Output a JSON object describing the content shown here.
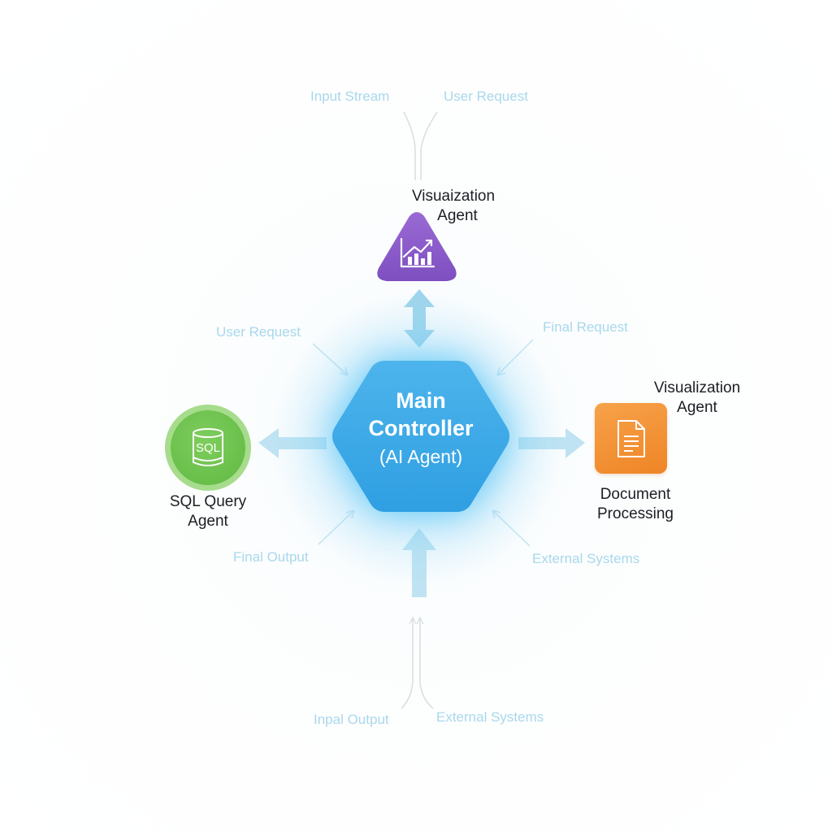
{
  "central": {
    "title_line1": "Main",
    "title_line2": "Controller",
    "subtitle": "(AI Agent)",
    "color": "#3aa8e6"
  },
  "nodes": {
    "visualization_top": {
      "line1": "Visuaization",
      "line2": "Agent",
      "color": "#8a5cc8",
      "icon": "bar-chart-trend-icon"
    },
    "sql": {
      "line1": "SQL Query",
      "line2": "Agent",
      "icon_text": "SQL",
      "color": "#6cc24a",
      "icon": "database-icon"
    },
    "document": {
      "top_line1": "Visualization",
      "top_line2": "Agent",
      "line1": "Document",
      "line2": "Processing",
      "color": "#f28b2c",
      "icon": "document-icon"
    }
  },
  "flow_labels": {
    "top_left": "Input Stream",
    "top_right": "User Request",
    "mid_left_top": "User Request",
    "mid_right_top": "Final Request",
    "mid_left_bottom": "Final Output",
    "mid_right_bottom": "External Systems",
    "bottom_left": "Inpal Output",
    "bottom_right": "External Systems"
  },
  "colors": {
    "arrow": "#b3e0f2",
    "faint_text": "#a9d8ec",
    "background": "#fcfdfd"
  }
}
